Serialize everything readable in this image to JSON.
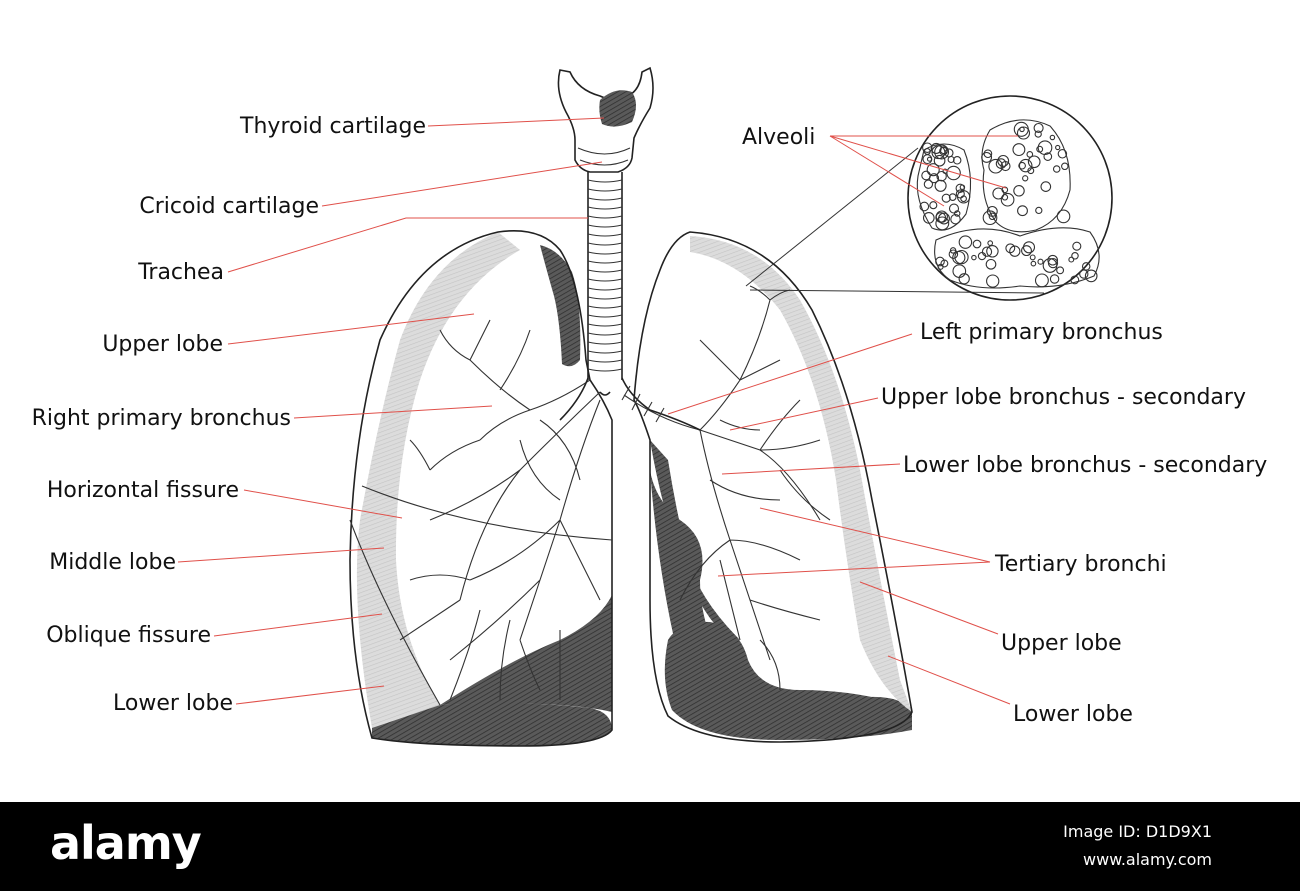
{
  "labels_left": {
    "thyroid": "Thyroid cartilage",
    "cricoid": "Cricoid cartilage",
    "trachea": "Trachea",
    "upper_lobe": "Upper lobe",
    "right_primary": "Right primary bronchus",
    "horizontal_fissure": "Horizontal fissure",
    "middle_lobe": "Middle lobe",
    "oblique_fissure": "Oblique fissure",
    "lower_lobe": "Lower lobe"
  },
  "labels_right": {
    "alveoli": "Alveoli",
    "left_primary": "Left primary bronchus",
    "upper_secondary": "Upper lobe bronchus - secondary",
    "lower_secondary": "Lower lobe bronchus - secondary",
    "tertiary": "Tertiary bronchi",
    "upper_lobe": "Upper lobe",
    "lower_lobe": "Lower lobe"
  },
  "footer": {
    "brand": "alamy",
    "image_id": "Image ID: D1D9X1",
    "site": "www.alamy.com"
  },
  "colors": {
    "leader_line": "#e0504a",
    "shading_light": "#d6d6d6",
    "shading_dark": "#4a4a4a",
    "footer_bg": "#000000"
  }
}
